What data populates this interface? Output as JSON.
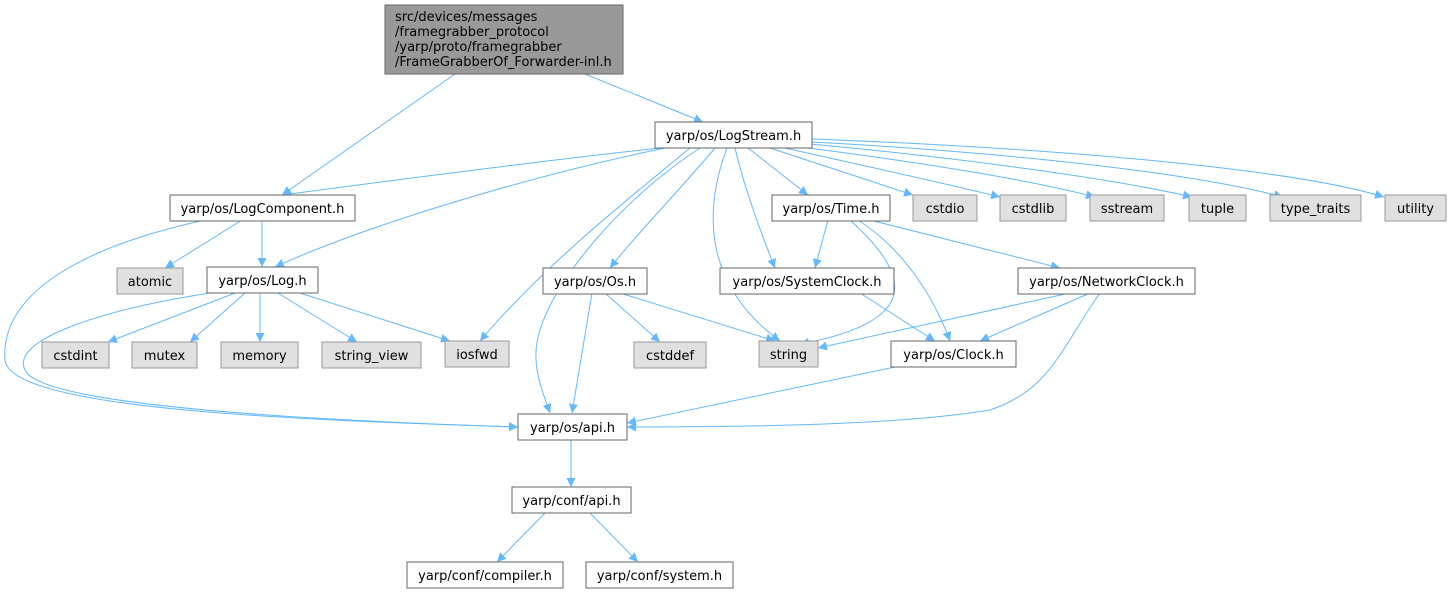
{
  "root": {
    "lines": [
      "src/devices/messages",
      "/framegrabber_protocol",
      "/yarp/proto/framegrabber",
      "/FrameGrabberOf_Forwarder-inl.h"
    ]
  },
  "nodes": {
    "logstream": "yarp/os/LogStream.h",
    "logcomponent": "yarp/os/LogComponent.h",
    "atomic": "atomic",
    "log": "yarp/os/Log.h",
    "cstdint": "cstdint",
    "mutex": "mutex",
    "memory": "memory",
    "string_view": "string_view",
    "iosfwd": "iosfwd",
    "os": "yarp/os/Os.h",
    "cstddef": "cstddef",
    "string": "string",
    "time": "yarp/os/Time.h",
    "systemclock": "yarp/os/SystemClock.h",
    "clock": "yarp/os/Clock.h",
    "networkclock": "yarp/os/NetworkClock.h",
    "cstdio": "cstdio",
    "cstdlib": "cstdlib",
    "sstream": "sstream",
    "tuple": "tuple",
    "type_traits": "type_traits",
    "utility": "utility",
    "api": "yarp/os/api.h",
    "conf_api": "yarp/conf/api.h",
    "compiler": "yarp/conf/compiler.h",
    "system": "yarp/conf/system.h"
  },
  "colors": {
    "edge": "#63b8ff",
    "root_fill": "#999999",
    "system_header_fill": "#e0e0e0",
    "project_header_fill": "#ffffff"
  }
}
